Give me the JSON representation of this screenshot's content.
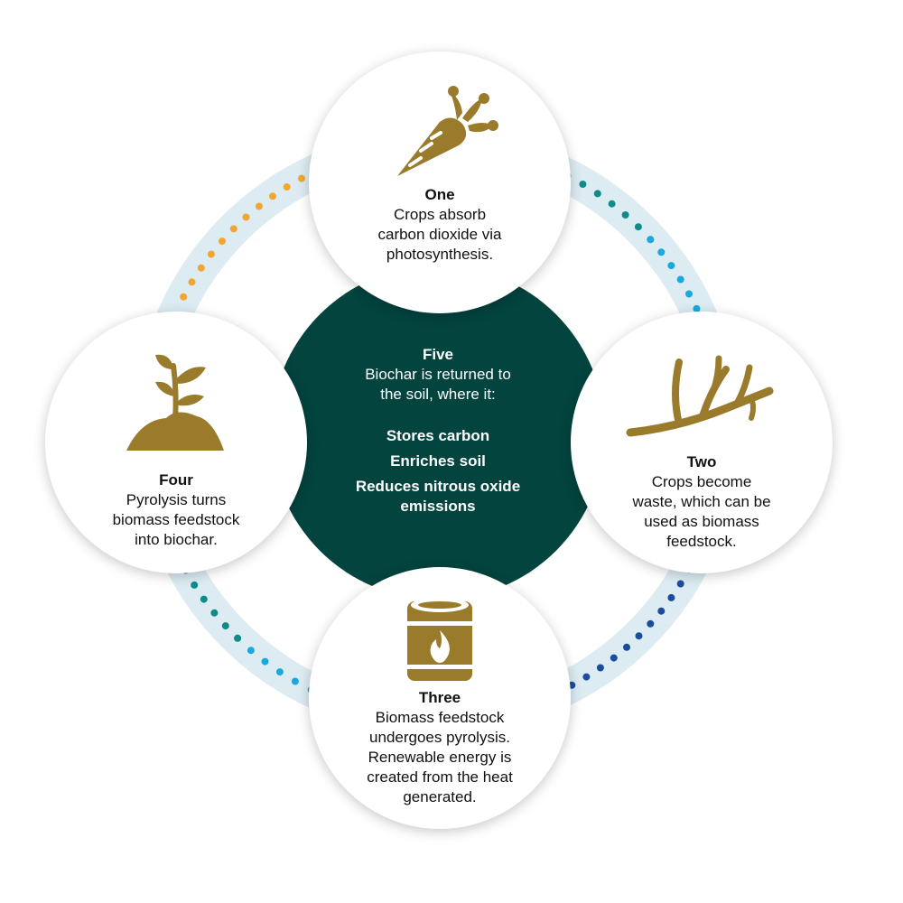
{
  "colors": {
    "icon_gold": "#9a7b2c",
    "center_fill": "#03443f",
    "ring": "#dcecf2",
    "dots_orange": "#f0a630",
    "dots_teal": "#138a8a",
    "dots_cyan": "#19a9dc",
    "dots_blue": "#1b4d9c"
  },
  "steps": {
    "one": {
      "title": "One",
      "lines": [
        "Crops absorb",
        "carbon dioxide via",
        "photosynthesis."
      ],
      "icon": "carrot-icon"
    },
    "two": {
      "title": "Two",
      "lines": [
        "Crops become",
        "waste, which can be",
        "used as biomass",
        "feedstock."
      ],
      "icon": "branch-icon"
    },
    "three": {
      "title": "Three",
      "lines": [
        "Biomass feedstock",
        "undergoes pyrolysis.",
        "Renewable energy is",
        "created from the heat",
        "generated."
      ],
      "icon": "fire-barrel-icon"
    },
    "four": {
      "title": "Four",
      "lines": [
        "Pyrolysis turns",
        "biomass feedstock",
        "into biochar."
      ],
      "icon": "sprout-in-soil-icon"
    },
    "five": {
      "title": "Five",
      "lines": [
        "Biochar is returned to",
        "the soil, where it:"
      ],
      "benefits": [
        "Stores carbon",
        "Enriches soil",
        "Reduces nitrous oxide",
        "emissions"
      ]
    }
  }
}
